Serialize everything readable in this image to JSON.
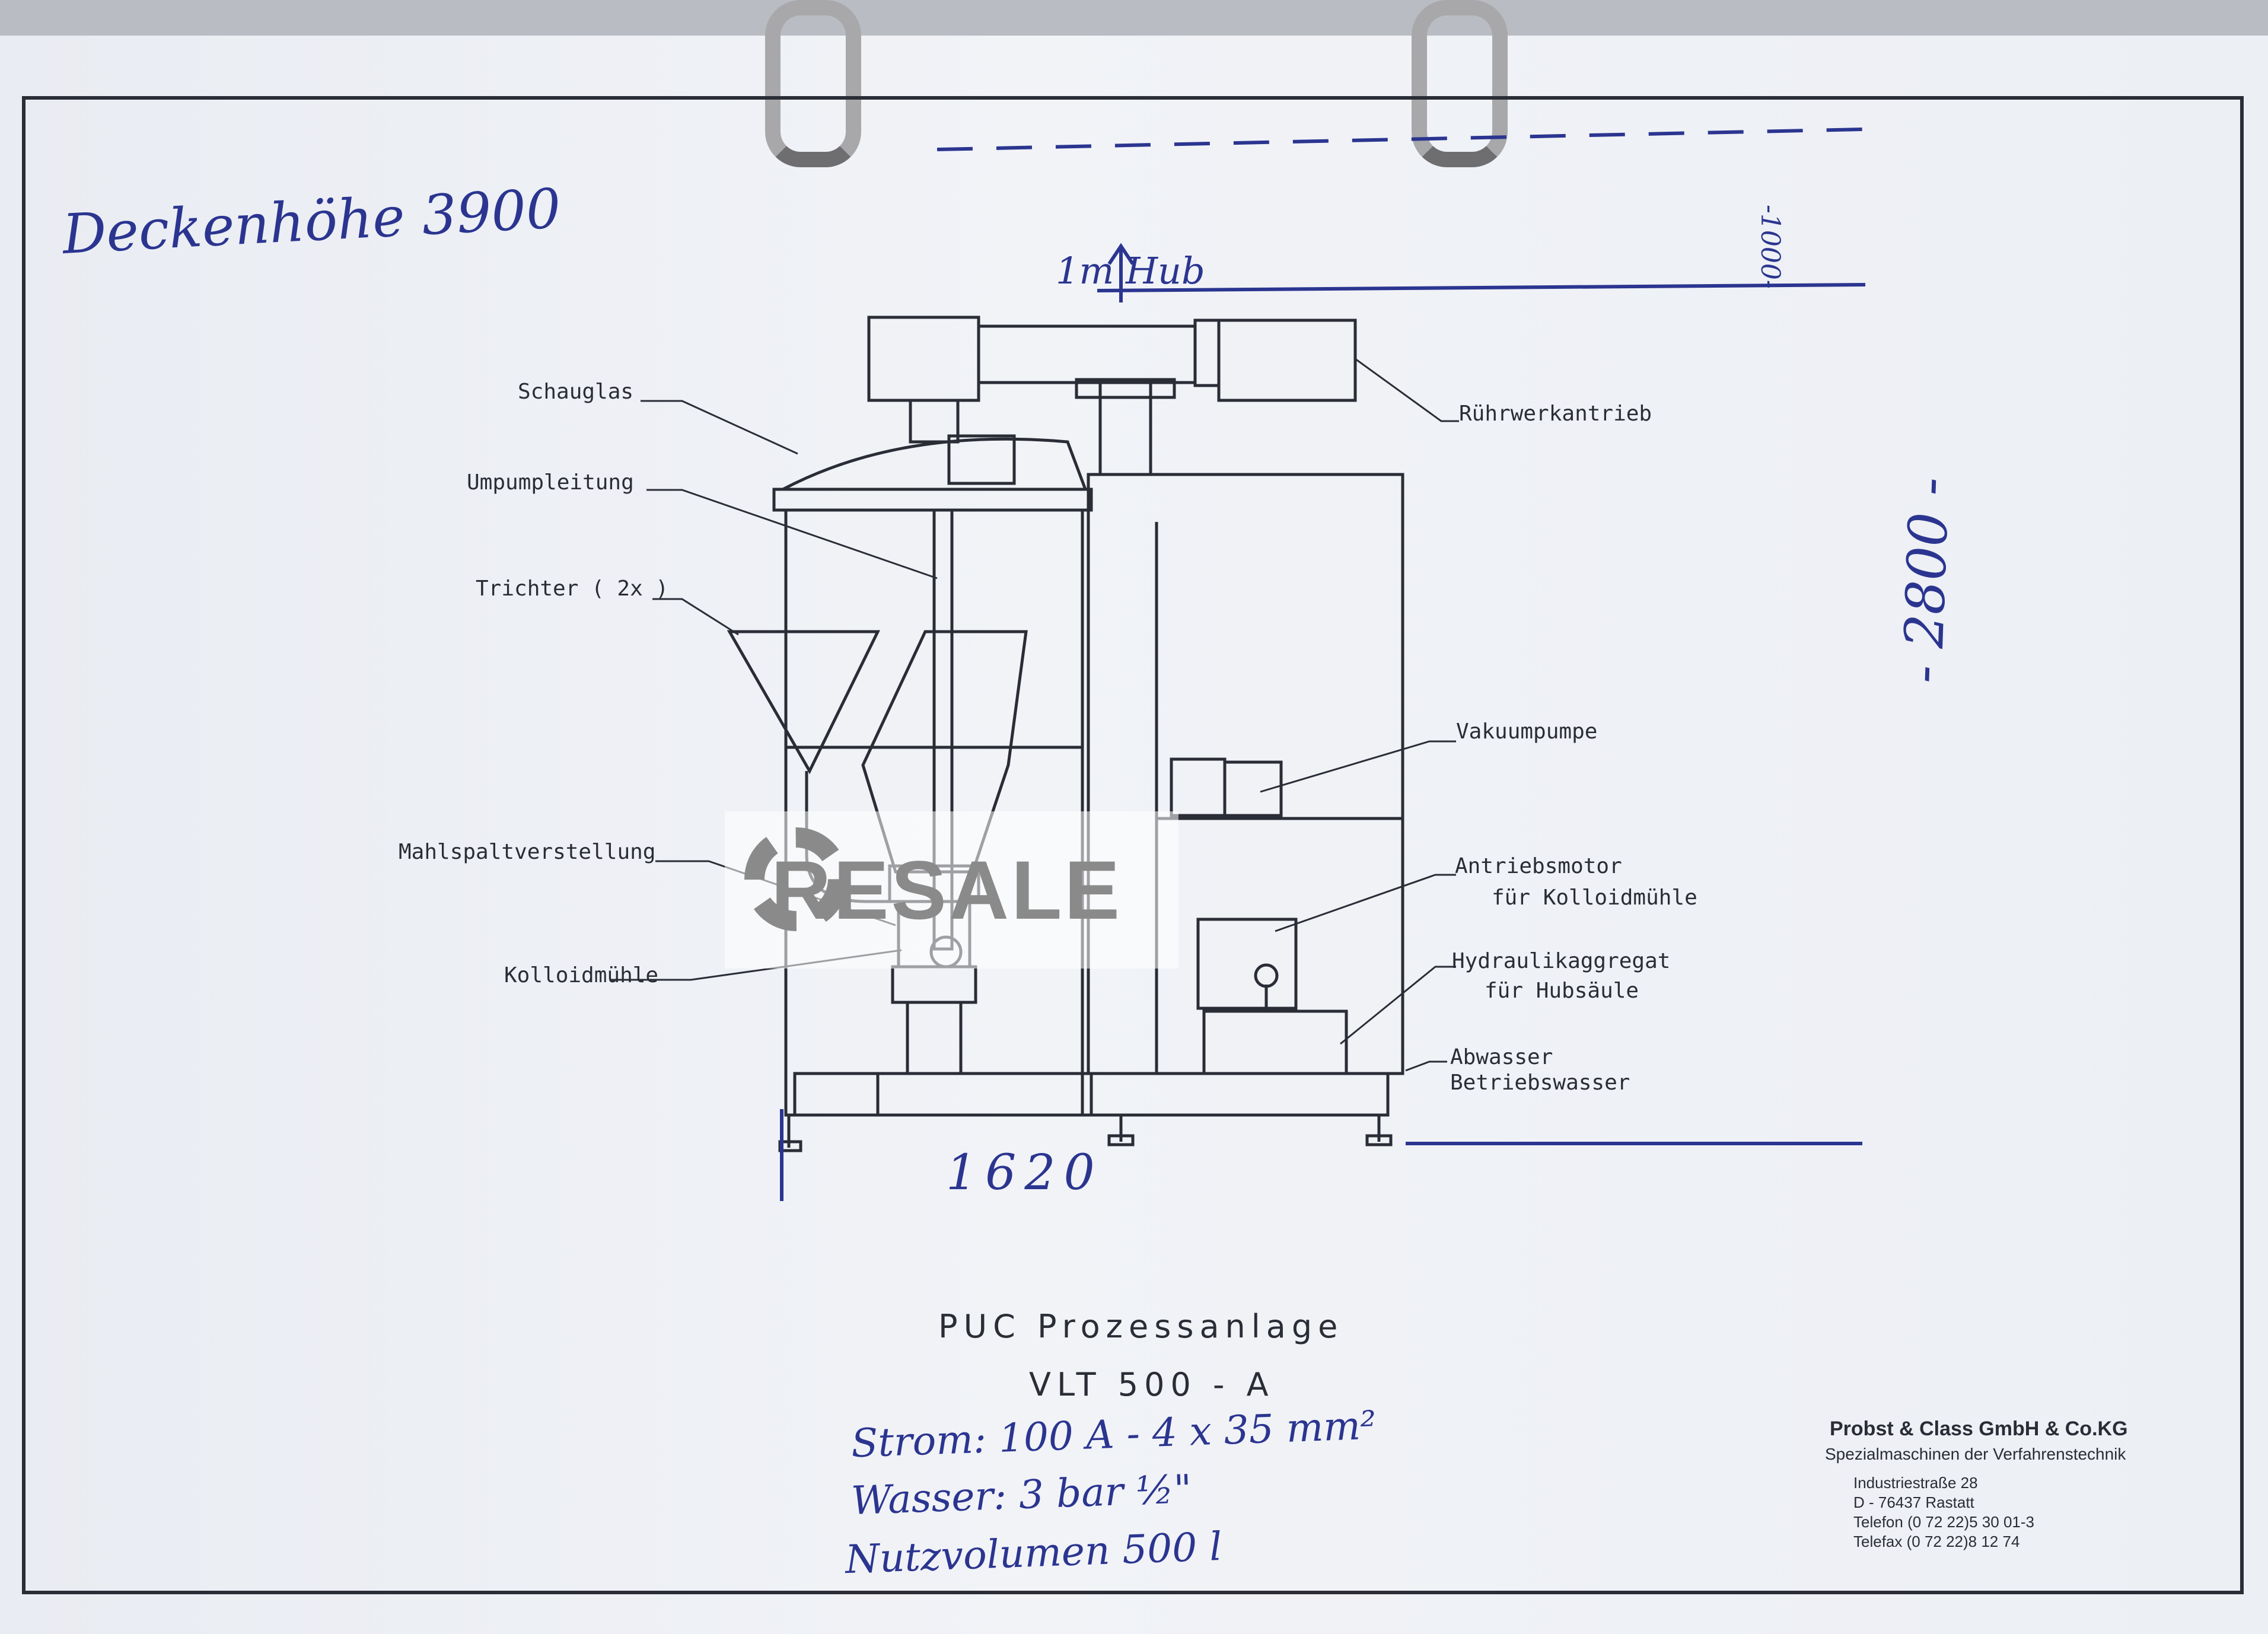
{
  "labels": {
    "schauglas": "Schauglas",
    "umpumpleitung": "Umpumpleitung",
    "trichter": "Trichter ( 2x )",
    "mahlspalt": "Mahlspaltverstellung",
    "kolloidmuehle": "Kolloidmühle",
    "ruehrwerk": "Rührwerkantrieb",
    "vakuumpumpe": "Vakuumpumpe",
    "antriebsmotor_1": "Antriebsmotor",
    "antriebsmotor_2": "für Kolloidmühle",
    "hydraulik_1": "Hydraulikaggregat",
    "hydraulik_2": "für Hubsäule",
    "abwasser": "Abwasser",
    "betriebswasser": "Betriebswasser"
  },
  "handwritten": {
    "deckenhoehe": "Deckenhöhe 3900",
    "hub": "1m Hub",
    "hoehe_oben": "-1000-",
    "hoehe": "- 2800 -",
    "breite": "1620",
    "strom": "Strom: 100 A - 4 x 35 mm²",
    "wasser": "Wasser: 3 bar ½\"",
    "nutzvolumen": "Nutzvolumen 500 l"
  },
  "title": {
    "line1": "PUC Prozessanlage",
    "line2": "VLT 500 - A"
  },
  "company": {
    "name": "Probst & Class GmbH & Co.KG",
    "tagline": "Spezialmaschinen der Verfahrenstechnik",
    "street": "Industriestraße 28",
    "city": "D - 76437 Rastatt",
    "phone": "Telefon (0 72 22)5 30 01-3",
    "fax": "Telefax (0 72 22)8 12 74"
  },
  "watermark": {
    "logo_text": "RESALE"
  },
  "colors": {
    "ink": "#2a2d36",
    "pen": "#2b3590",
    "paper": "#eef0f4"
  }
}
